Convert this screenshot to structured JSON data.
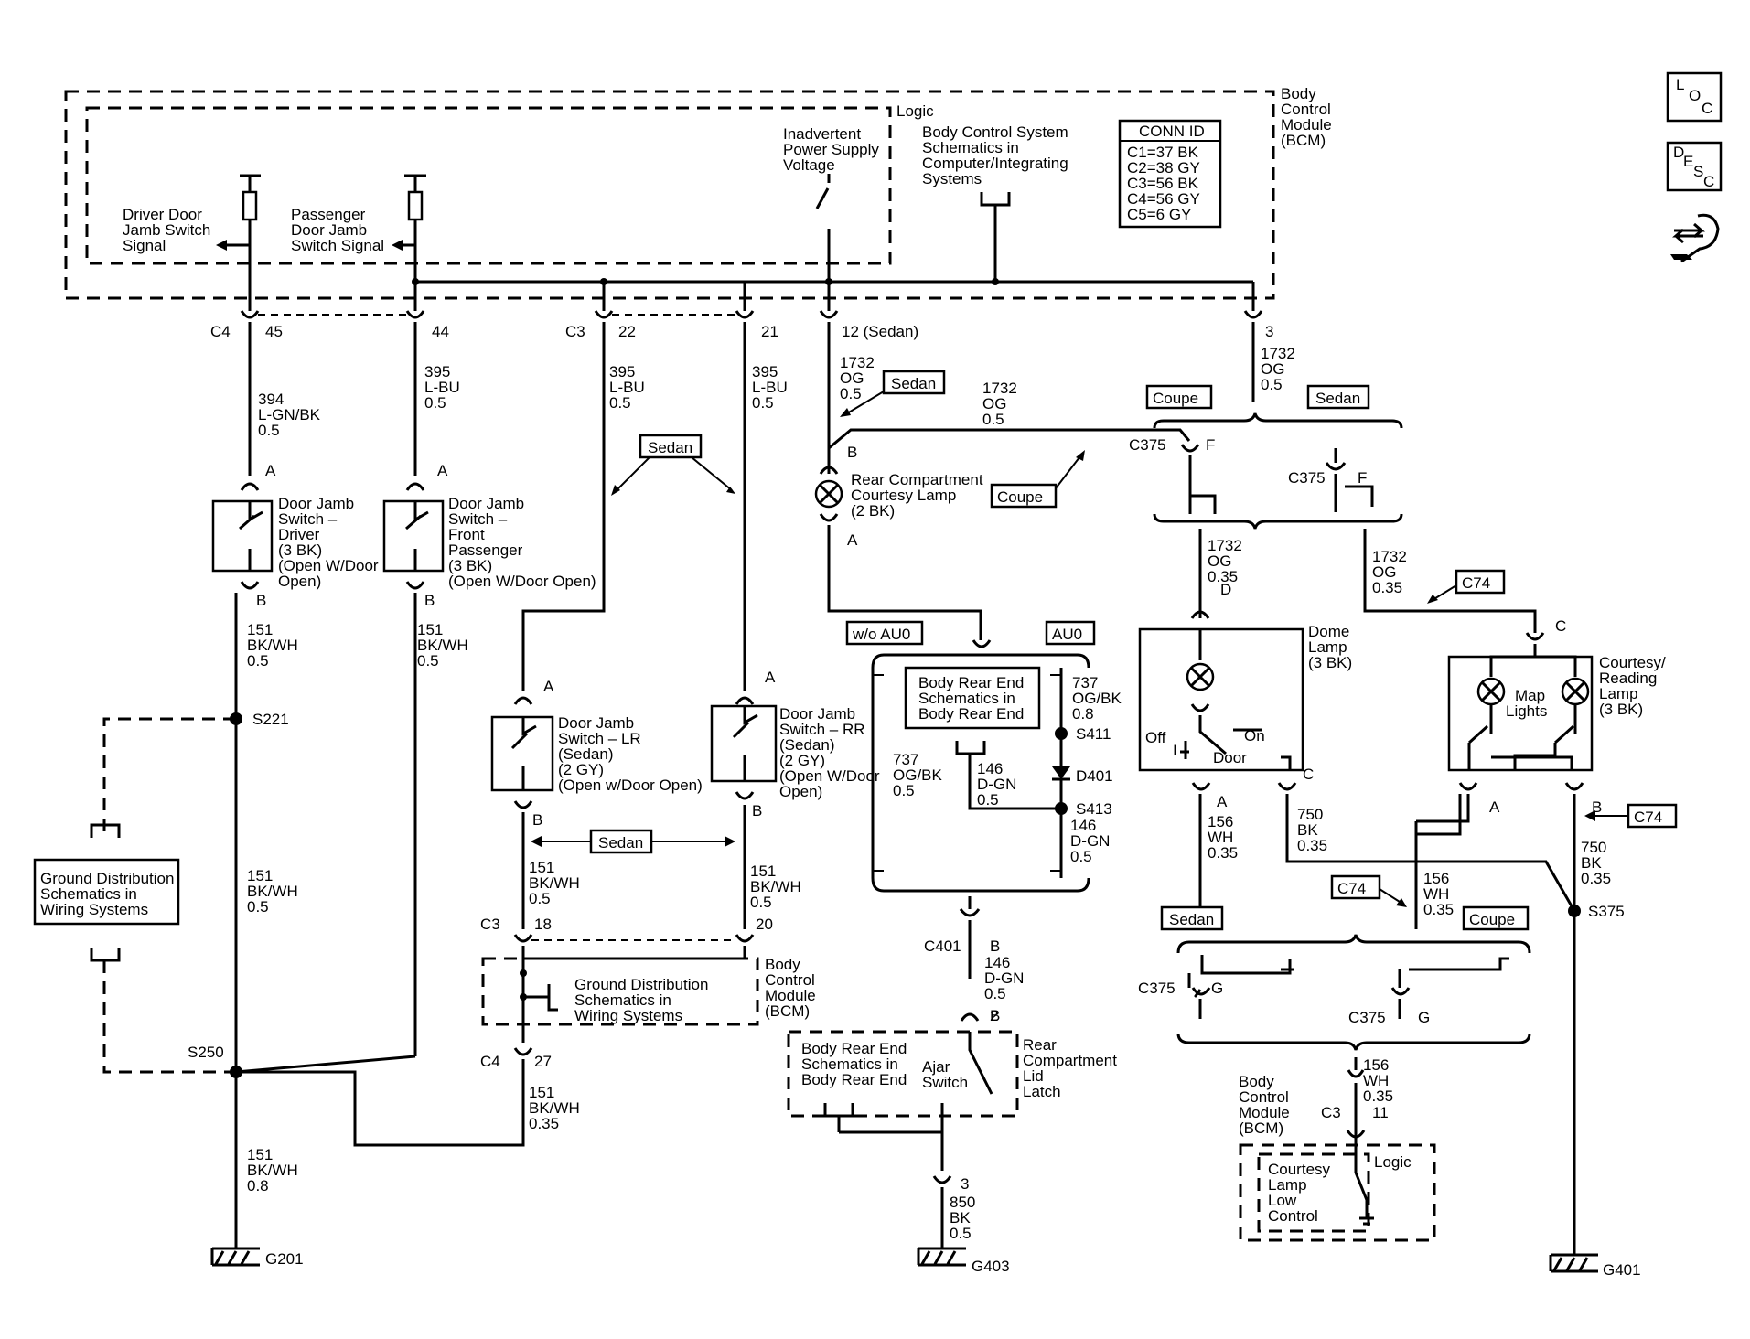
{
  "modules": {
    "bcm": "Body Control Module (BCM)",
    "logic": "Logic",
    "inadvertent": "Inadvertent Power Supply Voltage",
    "bcs_ref": "Body Control System Schematics in Computer/Integrating Systems",
    "bcm_ground_label": "Body Control Module (BCM)",
    "bcm_bottom_label": "Body Control Module (BCM)",
    "bottom_logic": "Logic",
    "courtesy_low": "Courtesy Lamp Low Control"
  },
  "conn_id": {
    "title": "CONN ID",
    "rows": [
      "C1=37 BK",
      "C2=38 GY",
      "C3=56 BK",
      "C4=56 GY",
      "C5=6 GY"
    ]
  },
  "side_icons": {
    "loc": "LOC",
    "desc": "DESC"
  },
  "signals": {
    "driver_signal": "Driver Door Jamb Switch Signal",
    "pass_signal": "Passenger Door Jamb Switch Signal"
  },
  "pins": {
    "c4": "C4",
    "p45": "45",
    "p44": "44",
    "c3": "C3",
    "p22": "22",
    "p21": "21",
    "p12": "12 (Sedan)",
    "p3": "3",
    "c3b": "C3",
    "p18": "18",
    "p20": "20",
    "c4b": "C4",
    "p27": "27",
    "c3c": "C3",
    "p11": "11"
  },
  "wires": {
    "w394": "394 L-GN/BK 0.5",
    "w395a": "395 L-BU 0.5",
    "w395b": "395 L-BU 0.5",
    "w395c": "395 L-BU 0.5",
    "w1732a": "1732 OG 0.5",
    "w1732b": "1732 OG 0.5",
    "w1732c": "1732 OG 0.5",
    "w1732d": "1732 OG 0.35",
    "w1732e": "1732 OG 0.35",
    "w151a": "151 BK/WH 0.5",
    "w151b": "151 BK/WH 0.5",
    "w151c": "151 BK/WH 0.5",
    "w151d": "151 BK/WH 0.5",
    "w151e": "151 BK/WH 0.5",
    "w151f": "151 BK/WH 0.35",
    "w151g": "151 BK/WH 0.8",
    "w737a": "737 OG/BK 0.8",
    "w737b": "737 OG/BK 0.5",
    "w146a": "146 D-GN 0.5",
    "w146b": "146 D-GN 0.5",
    "w146c": "146 D-GN 0.5",
    "w156a": "156 WH 0.35",
    "w156b": "156 WH 0.35",
    "w156c": "156 WH 0.35",
    "w750a": "750 BK 0.35",
    "w750b": "750 BK 0.35",
    "w850": "850 BK 0.5"
  },
  "components": {
    "djs_driver": "Door Jamb Switch – Driver (3 BK) (Open W/Door Open)",
    "djs_pass": "Door Jamb Switch – Front Passenger (3 BK) (Open W/Door Open)",
    "djs_lr": "Door Jamb Switch – LR (Sedan) (2 GY) (Open w/Door Open)",
    "djs_rr": "Door Jamb Switch – RR (Sedan) (2 GY) (Open W/Door Open)",
    "rear_lamp": "Rear Compartment Courtesy Lamp (2 BK)",
    "dome": "Dome Lamp (3 BK)",
    "courtesy": "Courtesy/ Reading Lamp (3 BK)",
    "map_lights": "Map Lights",
    "latch": "Rear Compartment Lid Latch",
    "ajar": "Ajar Switch",
    "ground_dist": "Ground Distribution Schematics in Wiring Systems",
    "ground_dist2": "Ground Distribution Schematics in Wiring Systems",
    "body_rear_a": "Body Rear End Schematics in Body Rear End",
    "body_rear_b": "Body Rear End Schematics in Body Rear End",
    "off": "Off",
    "door": "Door",
    "on": "On"
  },
  "tags": {
    "sedan": "Sedan",
    "coupe": "Coupe",
    "c74": "C74",
    "wo_au0": "w/o AU0",
    "au0": "AU0",
    "c375": "C375",
    "c401": "C401"
  },
  "splices": {
    "s221": "S221",
    "s250": "S250",
    "s411": "S411",
    "d401": "D401",
    "s413": "S413",
    "s375": "S375"
  },
  "grounds": {
    "g201": "G201",
    "g403": "G403",
    "g401": "G401"
  },
  "letters": {
    "A": "A",
    "B": "B",
    "C": "C",
    "D": "D",
    "F": "F",
    "G": "G",
    "I": "I"
  },
  "numbers": {
    "n2": "2",
    "n3": "3"
  }
}
